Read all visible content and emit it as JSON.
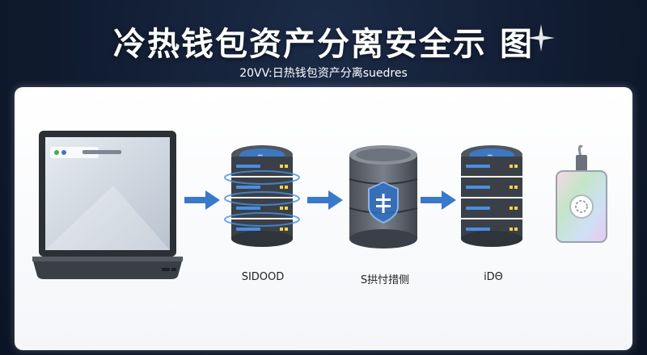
{
  "header": {
    "title": "冷热钱包资产分离安全示 图",
    "subtitle": "20VV:日热钱包资产分离suedres"
  },
  "nodes": [
    {
      "id": "laptop",
      "label": ""
    },
    {
      "id": "hot-server",
      "label": "SIDOOD"
    },
    {
      "id": "gateway",
      "label": "S拱忖措侧"
    },
    {
      "id": "cold-server",
      "label": "iDΘ"
    },
    {
      "id": "hardware-wallet",
      "label": ""
    }
  ],
  "colors": {
    "background": "#0f1a2e",
    "panel": "#ffffff",
    "arrow": "#3a78c9",
    "server_body": "#3a3f47",
    "accent_blue": "#4a8ee0"
  }
}
